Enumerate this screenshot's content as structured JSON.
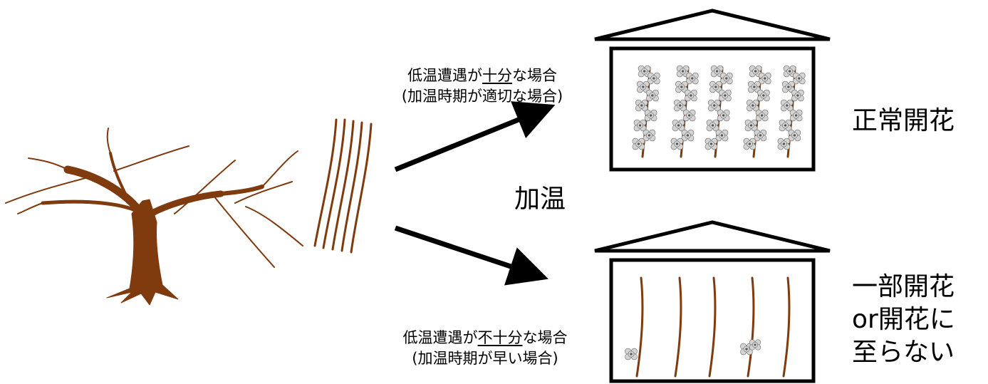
{
  "condition_upper": {
    "line1_prefix": "低温遭遇が",
    "line1_underlined": "十分",
    "line1_suffix": "な場合",
    "line2": "(加温時期が適切な場合)"
  },
  "condition_lower": {
    "line1_prefix": "低温遭遇が",
    "line1_underlined": "不十分",
    "line1_suffix": "な場合",
    "line2": "(加温時期が早い場合)"
  },
  "heating_label": "加温",
  "result_upper": "正常開花",
  "result_lower": {
    "line1": "一部開花",
    "line2": "or開花に",
    "line3": "至らない"
  },
  "colors": {
    "branch": "#7f3a0e",
    "flower": "#d4d4d4",
    "outline": "#000000"
  }
}
